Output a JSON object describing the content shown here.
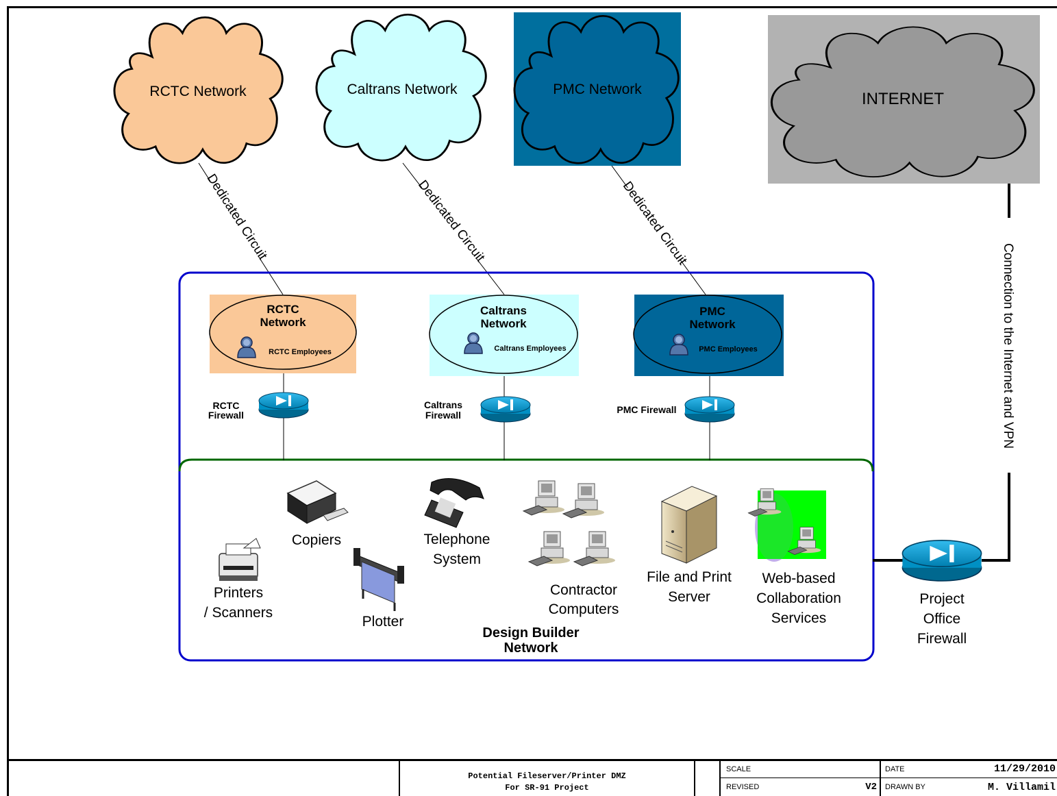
{
  "clouds": {
    "rctc": "RCTC Network",
    "caltrans": "Caltrans Network",
    "pmc": "PMC Network",
    "internet": "INTERNET"
  },
  "links": {
    "rctc_circuit": "Dedicated Circuit",
    "caltrans_circuit": "Dedicated Circuit",
    "pmc_circuit": "Dedicated Circuit",
    "internet_vpn": "Connection to the Internet and VPN"
  },
  "nodes": {
    "rctc": {
      "title_line1": "RCTC",
      "title_line2": "Network",
      "employees": "RCTC  Employees",
      "firewall_line1": "RCTC",
      "firewall_line2": "Firewall"
    },
    "caltrans": {
      "title_line1": "Caltrans",
      "title_line2": "Network",
      "employees": "Caltrans Employees",
      "firewall_line1": "Caltrans",
      "firewall_line2": "Firewall"
    },
    "pmc": {
      "title_line1": "PMC",
      "title_line2": "Network",
      "employees": "PMC Employees",
      "firewall": "PMC Firewall"
    }
  },
  "devices": {
    "printers_line1": "Printers",
    "printers_line2": "/ Scanners",
    "copiers": "Copiers",
    "plotter": "Plotter",
    "telephone_line1": "Telephone",
    "telephone_line2": "System",
    "contractor_line1": "Contractor",
    "contractor_line2": "Computers",
    "server_line1": "File and Print",
    "server_line2": "Server",
    "web_line1": "Web-based",
    "web_line2": "Collaboration",
    "web_line3": "Services"
  },
  "design_builder": {
    "line1": "Design Builder",
    "line2": "Network"
  },
  "project_firewall": {
    "line1": "Project",
    "line2": "Office",
    "line3": "Firewall"
  },
  "title_block": {
    "title_line1": "Potential Fileserver/Printer DMZ",
    "title_line2": "For SR-91 Project",
    "scale_label": "SCALE",
    "revised_label": "REVISED",
    "revised_value": "V2",
    "date_label": "DATE",
    "date_value": "11/29/2010",
    "drawn_label": "DRAWN BY",
    "drawn_value": "M. Villamil"
  },
  "colors": {
    "rctc": "#FAC898",
    "caltrans": "#CCFFFF",
    "pmc": "#006699",
    "internet_bg": "#B2B2B2",
    "internet_cloud": "#999999",
    "outer_box": "#0000CC",
    "inner_box": "#006600",
    "web_bg": "#00FF00",
    "firewall": "#0099CC"
  }
}
